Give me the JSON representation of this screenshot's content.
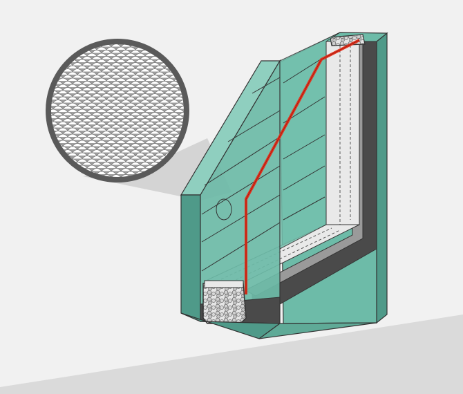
{
  "illustration": {
    "subject": "double-glazed-window-cross-section",
    "colors": {
      "background_light": "#f1f1f1",
      "background_dark": "#dadada",
      "glass_fill": "#6dbba8",
      "glass_edge": "#4f9a89",
      "glass_top": "#8fcfbf",
      "outline": "#333333",
      "frame_dark": "#4a4a4a",
      "frame_mid": "#9a9a9a",
      "spacer_fill": "#e9e9e9",
      "coating_line": "#e3311d",
      "desiccant": "#c8c8c8",
      "magnifier_ring": "#5a5a5a",
      "magnifier_fill": "#9e9e9e",
      "magnifier_beam": "#c9c9c9"
    },
    "callouts": [
      "magnifier-coating-detail",
      "desiccant-spacer-bottom",
      "desiccant-spacer-top",
      "low-e-coating-line"
    ]
  }
}
